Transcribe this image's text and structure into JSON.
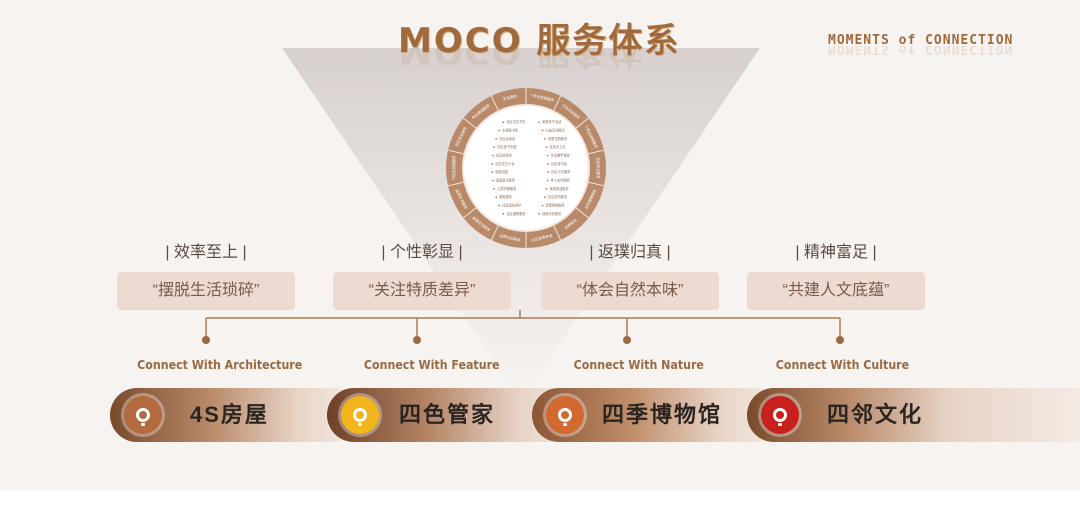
{
  "header": {
    "title": "MOCO 服务体系",
    "tagline": "MOMENTS of CONNECTION"
  },
  "wheel": {
    "outer_labels": [
      "个性化定制服务",
      "文化活动服务",
      "个性化定制服务",
      "社区商业服务",
      "社区健康服务",
      "品质服务",
      "社区居家养老",
      "品质社区服务",
      "家庭生活服务",
      "品质生活服务",
      "个性化定制服务",
      "社区商业服务",
      "物业管理服务",
      "生活服务"
    ],
    "inner_items": [
      "社区文化节日",
      "家庭亲子活动",
      "主题读书会",
      "公益活动组织",
      "社区运动会",
      "邻里互助服务",
      "社区亲子乐园",
      "社区手工坊",
      "社区烘焙坊",
      "生活美学课堂",
      "社区花艺沙龙",
      "社区读书会",
      "健康讲座",
      "社区义诊服务",
      "家庭医生服务",
      "老人关怀服务",
      "儿童托管服务",
      "家政保洁服务",
      "管家服务",
      "社区安防服务",
      "社区绿化养护",
      "房屋维修服务",
      "社区团购服务",
      "快递代收服务"
    ]
  },
  "values": [
    {
      "title": "| 效率至上 |",
      "quote": "“摆脱生活琐碎”"
    },
    {
      "title": "| 个性彰显 |",
      "quote": "“关注特质差异”"
    },
    {
      "title": "| 返璞归真 |",
      "quote": "“体会自然本味”"
    },
    {
      "title": "| 精神富足 |",
      "quote": "“共建人文底蕴”"
    }
  ],
  "connects": [
    "Connect With Architecture",
    "Connect With Feature",
    "Connect With Nature",
    "Connect With Culture"
  ],
  "pills": [
    {
      "label": "4S房屋",
      "icon": "house-icon",
      "icon_color": "#b26a3e"
    },
    {
      "label": "四色管家",
      "icon": "butler-icon",
      "icon_color": "#f2b51c"
    },
    {
      "label": "四季博物馆",
      "icon": "museum-icon",
      "icon_color": "#d2692e"
    },
    {
      "label": "四邻文化",
      "icon": "culture-icon",
      "icon_color": "#c8201c"
    }
  ],
  "colors": {
    "brand": "#a06a3c",
    "line": "#b07a52",
    "pill_dark": "#7a4a2c",
    "box_bg": "#eddbd2"
  }
}
